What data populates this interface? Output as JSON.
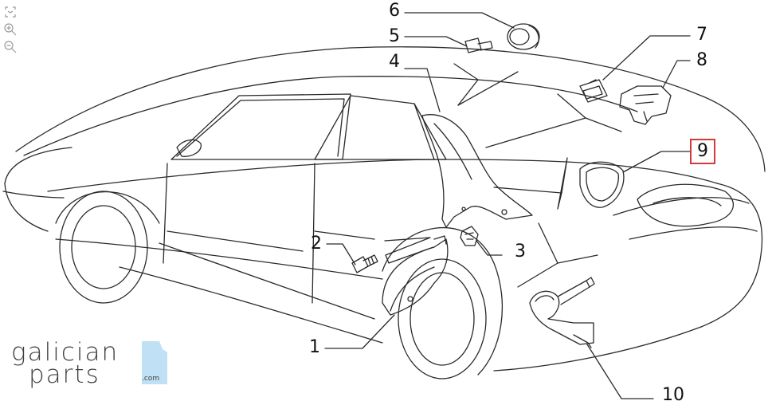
{
  "toolbar": {
    "tools": [
      {
        "name": "fit-icon"
      },
      {
        "name": "zoom-in-icon"
      },
      {
        "name": "zoom-out-icon"
      }
    ]
  },
  "callouts": [
    "1",
    "2",
    "3",
    "4",
    "5",
    "6",
    "7",
    "8",
    "9",
    "10"
  ],
  "highlighted_callout": "9",
  "colors": {
    "line": "#2a2a2a",
    "highlight": "#d33a3a",
    "logo_text": "#3f3f3f",
    "logo_accent": "#bfe0f5"
  },
  "logo": {
    "word1": "galician",
    "word2": "parts",
    "domain": ".com"
  }
}
